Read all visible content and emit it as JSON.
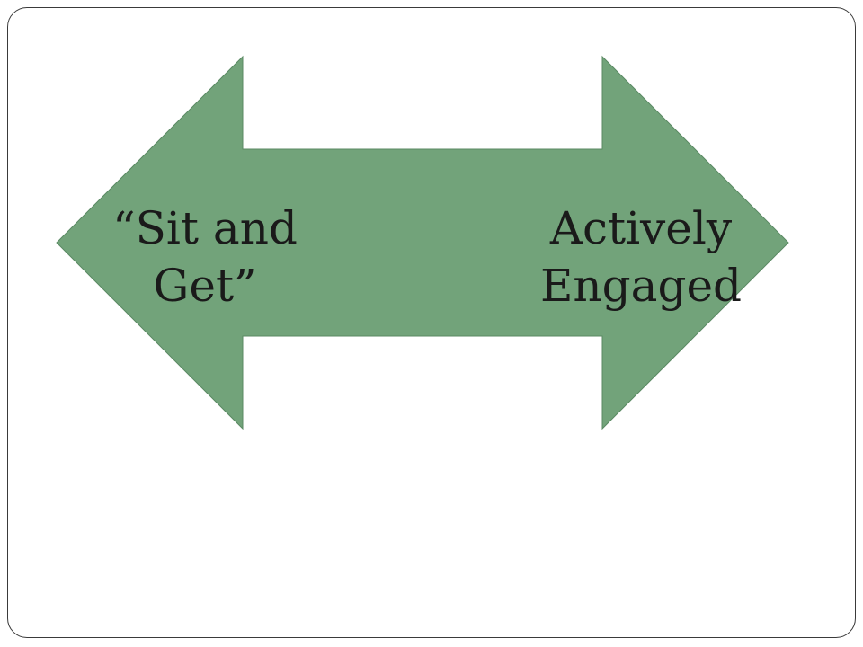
{
  "diagram": {
    "type": "double-headed-arrow",
    "fill_color": "#72a37a",
    "left_end": {
      "line1": "“Sit and",
      "line2": "Get”"
    },
    "right_end": {
      "line1": "Actively",
      "line2": "Engaged"
    }
  }
}
